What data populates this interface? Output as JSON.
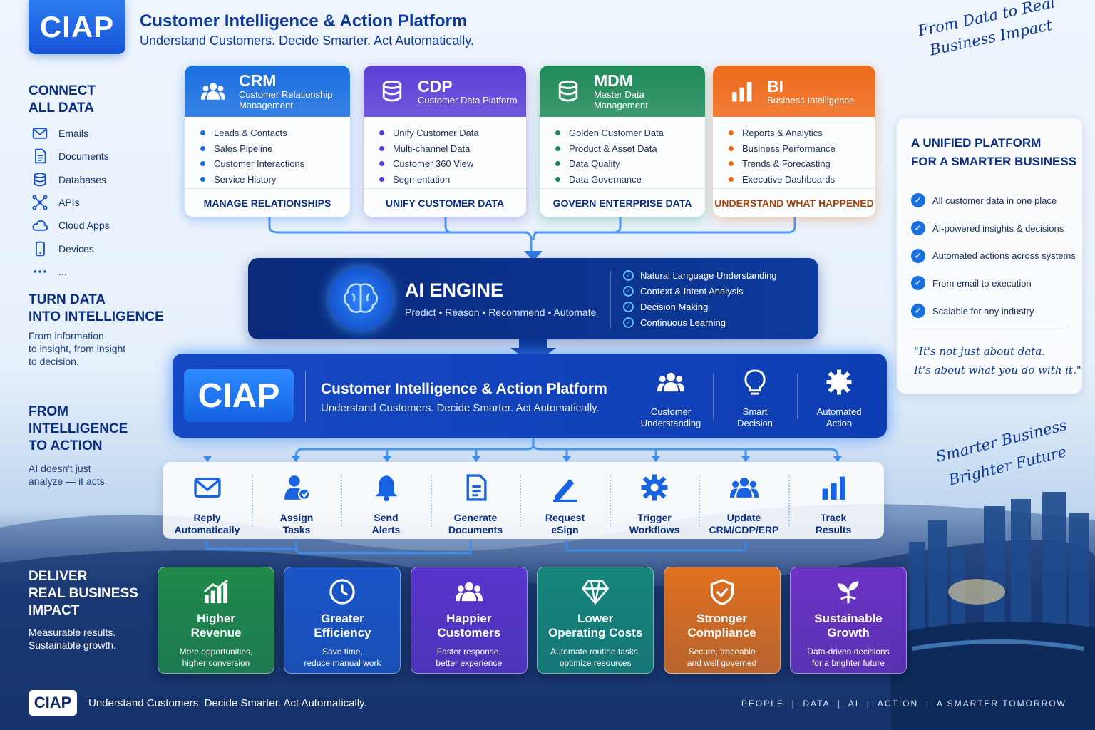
{
  "header": {
    "logo": "CIAP",
    "title": "Customer Intelligence & Action Platform",
    "subtitle": "Understand Customers. Decide Smarter. Act Automatically.",
    "tagline": "From Data to Real Business Impact"
  },
  "left": {
    "connect_title": "CONNECT\nALL DATA",
    "sources": [
      {
        "label": "Emails",
        "icon": "mail-icon"
      },
      {
        "label": "Documents",
        "icon": "document-icon"
      },
      {
        "label": "Databases",
        "icon": "database-icon"
      },
      {
        "label": "APIs",
        "icon": "api-icon"
      },
      {
        "label": "Cloud Apps",
        "icon": "cloud-icon"
      },
      {
        "label": "Devices",
        "icon": "device-icon"
      },
      {
        "label": "...",
        "icon": "more-icon"
      }
    ],
    "intel_title": "TURN DATA\nINTO INTELLIGENCE",
    "intel_text": "From information\nto insight, from insight\nto decision.",
    "action_title": "FROM\nINTELLIGENCE\nTO ACTION",
    "action_text": "AI doesn't just\nanalyze — it acts.",
    "impact_title": "DELIVER\nREAL BUSINESS\nIMPACT",
    "impact_text": "Measurable results.\nSustainable growth."
  },
  "cards": [
    {
      "title": "CRM",
      "subtitle": "Customer Relationship Management",
      "items": [
        "Leads & Contacts",
        "Sales Pipeline",
        "Customer Interactions",
        "Service History"
      ],
      "footer": "MANAGE RELATIONSHIPS",
      "color": "#1a6fe0",
      "icon": "people-icon"
    },
    {
      "title": "CDP",
      "subtitle": "Customer Data Platform",
      "items": [
        "Unify Customer Data",
        "Multi-channel Data",
        "Customer 360 View",
        "Segmentation"
      ],
      "footer": "UNIFY CUSTOMER DATA",
      "color": "#5b3fd6",
      "icon": "database-icon"
    },
    {
      "title": "MDM",
      "subtitle": "Master Data Management",
      "items": [
        "Golden Customer Data",
        "Product & Asset Data",
        "Data Quality",
        "Data Governance"
      ],
      "footer": "GOVERN ENTERPRISE DATA",
      "color": "#1f8a58",
      "icon": "database-icon"
    },
    {
      "title": "BI",
      "subtitle": "Business Intelligence",
      "items": [
        "Reports & Analytics",
        "Business Performance",
        "Trends & Forecasting",
        "Executive Dashboards"
      ],
      "footer": "UNDERSTAND WHAT HAPPENED",
      "color": "#ee6a1a",
      "icon": "bar-chart-icon"
    }
  ],
  "ai_engine": {
    "title": "AI ENGINE",
    "subtitle": "Predict • Reason • Recommend • Automate",
    "features": [
      "Natural Language Understanding",
      "Context & Intent Analysis",
      "Decision Making",
      "Continuous Learning"
    ],
    "icon": "brain-icon"
  },
  "platform": {
    "logo": "CIAP",
    "title": "Customer Intelligence & Action Platform",
    "subtitle": "Understand Customers. Decide Smarter. Act Automatically.",
    "pillars": [
      {
        "label": "Customer\nUnderstanding",
        "icon": "people-icon"
      },
      {
        "label": "Smart\nDecision",
        "icon": "lightbulb-icon"
      },
      {
        "label": "Automated\nAction",
        "icon": "gear-icon"
      }
    ]
  },
  "actions": [
    {
      "label": "Reply\nAutomatically",
      "icon": "mail-icon"
    },
    {
      "label": "Assign\nTasks",
      "icon": "assign-user-icon"
    },
    {
      "label": "Send\nAlerts",
      "icon": "bell-icon"
    },
    {
      "label": "Generate\nDocuments",
      "icon": "document-icon"
    },
    {
      "label": "Request\neSign",
      "icon": "pen-icon"
    },
    {
      "label": "Trigger\nWorkflows",
      "icon": "gear-icon"
    },
    {
      "label": "Update\nCRM/CDP/ERP",
      "icon": "people-icon"
    },
    {
      "label": "Track\nResults",
      "icon": "bar-chart-icon"
    }
  ],
  "impacts": [
    {
      "title": "Higher\nRevenue",
      "text": "More opportunities,\nhigher conversion",
      "color": "#1f8a4a",
      "icon": "growth-chart-icon"
    },
    {
      "title": "Greater\nEfficiency",
      "text": "Save time,\nreduce manual work",
      "color": "#1a56c8",
      "icon": "clock-icon"
    },
    {
      "title": "Happier\nCustomers",
      "text": "Faster response,\nbetter experience",
      "color": "#5a35cc",
      "icon": "people-icon"
    },
    {
      "title": "Lower\nOperating Costs",
      "text": "Automate routine tasks,\noptimize resources",
      "color": "#16867a",
      "icon": "diamond-icon"
    },
    {
      "title": "Stronger\nCompliance",
      "text": "Secure, traceable\nand well governed",
      "color": "#e0701f",
      "icon": "shield-icon"
    },
    {
      "title": "Sustainable\nGrowth",
      "text": "Data-driven decisions\nfor a brighter future",
      "color": "#6b33c4",
      "icon": "sprout-icon"
    }
  ],
  "right": {
    "title": "A UNIFIED PLATFORM\nFOR A SMARTER BUSINESS",
    "points": [
      "All customer data in one place",
      "AI-powered insights & decisions",
      "Automated actions across systems",
      "From email to execution",
      "Scalable for any industry"
    ],
    "quote": "\"It's not just about data.\nIt's about what you do with it.\"",
    "tagline": "Smarter Business\nBrighter Future"
  },
  "footer": {
    "logo": "CIAP",
    "text": "Understand Customers. Decide Smarter. Act Automatically.",
    "right": "PEOPLE  |  DATA  |  AI  |  ACTION  |  A SMARTER TOMORROW"
  }
}
